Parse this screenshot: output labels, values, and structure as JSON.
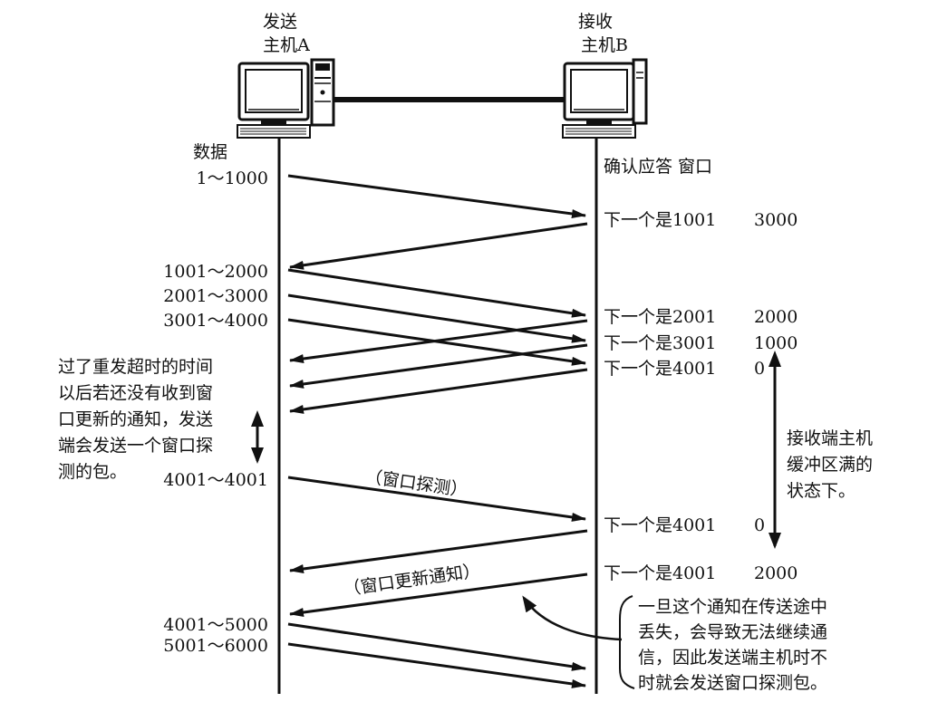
{
  "hosts": {
    "a_line1": "发送",
    "a_line2": "主机A",
    "b_line1": "接收",
    "b_line2": "主机B"
  },
  "headers": {
    "data": "数据",
    "ack_window": "确认应答 窗口"
  },
  "data_labels": [
    "1～1000",
    "1001～2000",
    "2001～3000",
    "3001～4000",
    "4001～4001",
    "4001～5000",
    "5001～6000"
  ],
  "acks": [
    {
      "text": "下一个是1001",
      "window": "3000"
    },
    {
      "text": "下一个是2001",
      "window": "2000"
    },
    {
      "text": "下一个是3001",
      "window": "1000"
    },
    {
      "text": "下一个是4001",
      "window": "0"
    },
    {
      "text": "下一个是4001",
      "window": "0"
    },
    {
      "text": "下一个是4001",
      "window": "2000"
    }
  ],
  "annotations": {
    "probe": "（窗口探测）",
    "update": "（窗口更新通知）",
    "left_note": [
      "过了重发超时的时间",
      "以后若还没有收到窗",
      "口更新的通知，发送",
      "端会发送一个窗口探",
      "测的包。"
    ],
    "right_note": [
      "接收端主机",
      "缓冲区满的",
      "状态下。"
    ],
    "bottom_note": [
      "一旦这个通知在传送途中",
      "丢失，会导致无法继续通",
      "信，因此发送端主机时不",
      "时就会发送窗口探测包。"
    ]
  }
}
